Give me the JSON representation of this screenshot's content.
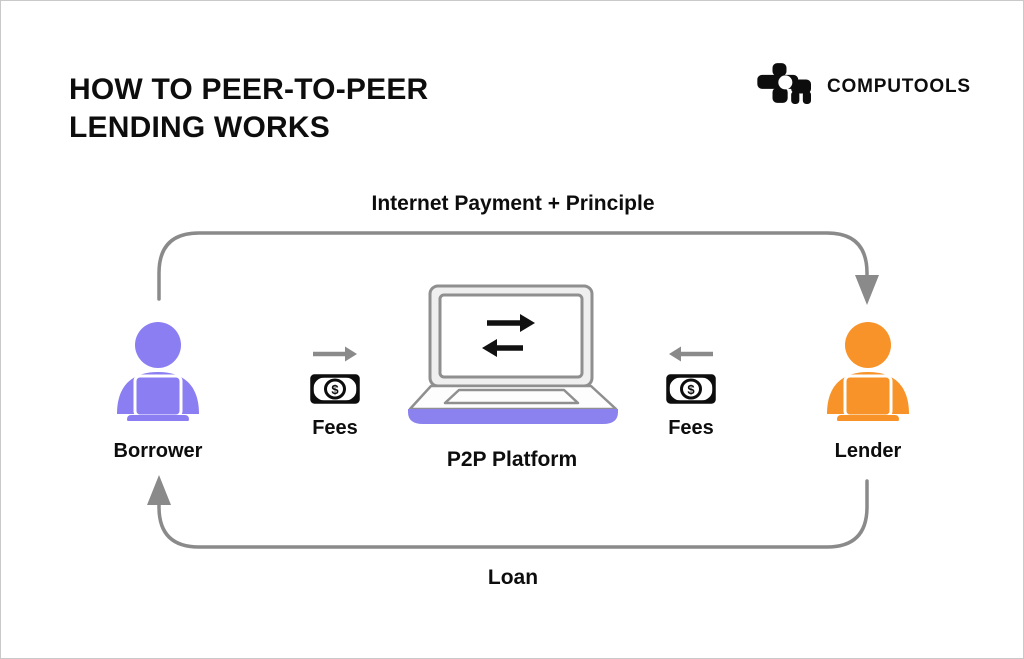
{
  "canvas": {
    "background": "#ffffff",
    "border_color": "#c9c9c9"
  },
  "header": {
    "title_line1": "HOW TO PEER-TO-PEER",
    "title_line2": "LENDING WORKS",
    "logo": {
      "text": "COMPUTOOLS"
    }
  },
  "flows": {
    "top": {
      "label": "Internet Payment + Principle"
    },
    "bottom": {
      "label": "Loan"
    }
  },
  "nodes": {
    "borrower": {
      "label": "Borrower",
      "color": "#8b7ef2"
    },
    "lender": {
      "label": "Lender",
      "color": "#f79328"
    },
    "platform": {
      "label": "P2P Platform",
      "accent_color": "#8b82f0"
    },
    "fee_left": {
      "label": "Fees",
      "currency_symbol": "$"
    },
    "fee_right": {
      "label": "Fees",
      "currency_symbol": "$"
    }
  },
  "colors": {
    "arrow_gray": "#8a8a8a",
    "icon_black": "#0d0d0d",
    "laptop_outline": "#8f8f8f",
    "text": "#0d0d0d"
  }
}
